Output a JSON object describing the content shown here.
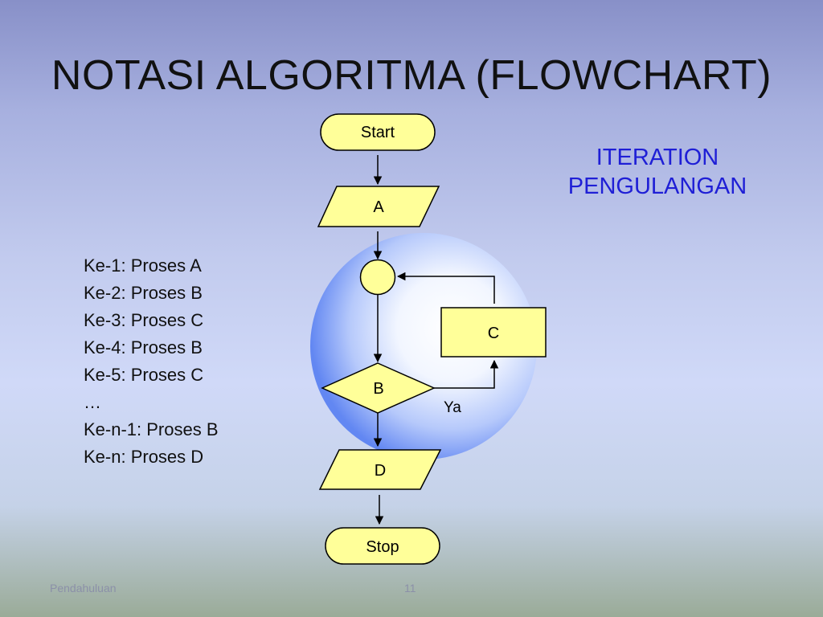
{
  "slide": {
    "title": "NOTASI ALGORITMA (FLOWCHART)",
    "subtitle": [
      "ITERATION",
      "PENGULANGAN"
    ],
    "steps": [
      "Ke-1: Proses A",
      "Ke-2: Proses B",
      "Ke-3: Proses C",
      "Ke-4: Proses B",
      "Ke-5: Proses C",
      "…",
      "Ke-n-1: Proses B",
      "Ke-n: Proses D"
    ]
  },
  "flowchart": {
    "start_label": "Start",
    "a_label": "A",
    "b_label": "B",
    "c_label": "C",
    "d_label": "D",
    "stop_label": "Stop",
    "yes_label": "Ya"
  },
  "colors": {
    "shape_fill": "#ffff99",
    "subtitle": "#1f1fd6",
    "highlight_circle": "#6a8ef5"
  },
  "footer": {
    "left_text": "Pendahuluan",
    "page_number": "11"
  }
}
